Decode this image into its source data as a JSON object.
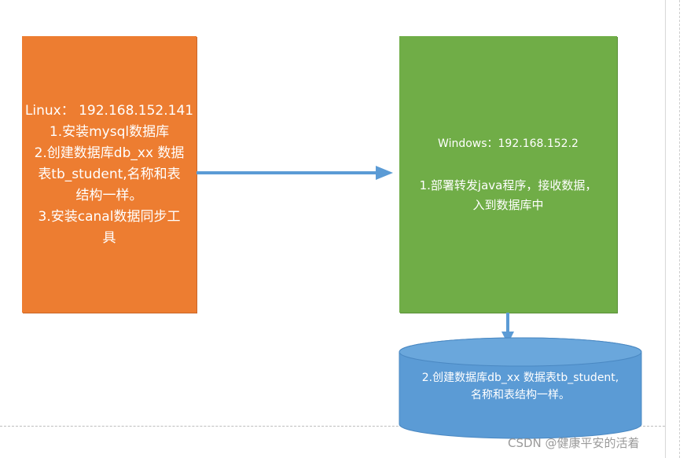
{
  "diagram": {
    "linux": {
      "lines": [
        "Linux： 192.168.152.141",
        "1.安装mysql数据库",
        "2.创建数据库db_xx 数据",
        "表tb_student,名称和表",
        "结构一样。",
        "3.安装canal数据同步工",
        "具"
      ]
    },
    "windows": {
      "ip": "Windows：192.168.152.2",
      "lines": [
        "1.部署转发java程序，接收数据，",
        "入到数据库中"
      ]
    },
    "database": {
      "lines": [
        "2.创建数据库db_xx 数据表tb_student,",
        "名称和表结构一样。"
      ]
    }
  },
  "watermark": "CSDN @健康平安的活着",
  "colors": {
    "linux_box": "#ed7d31",
    "windows_box": "#70ad47",
    "database": "#5b9bd5",
    "arrow": "#5b9bd5"
  }
}
